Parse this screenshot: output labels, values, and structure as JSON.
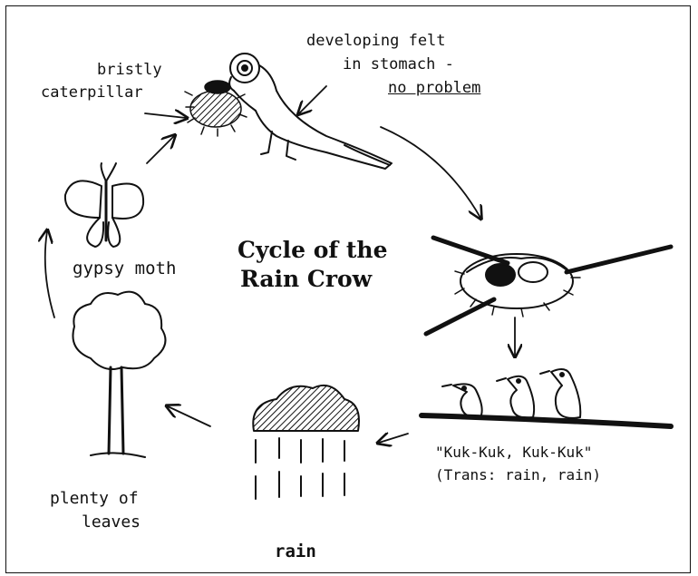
{
  "title": {
    "line1": "Cycle of the",
    "line2": "Rain Crow"
  },
  "labels": {
    "caterpillar_1": "bristly",
    "caterpillar_2": "caterpillar",
    "felt_1": "developing felt",
    "felt_2": "in stomach -",
    "felt_3": "no problem",
    "moth": "gypsy moth",
    "call_1": "\"Kuk-Kuk, Kuk-Kuk\"",
    "call_2": "(Trans: rain, rain)",
    "leaves_1": "plenty of",
    "leaves_2": "leaves",
    "rain": "rain"
  },
  "colors": {
    "ink": "#111111",
    "background": "#ffffff"
  }
}
